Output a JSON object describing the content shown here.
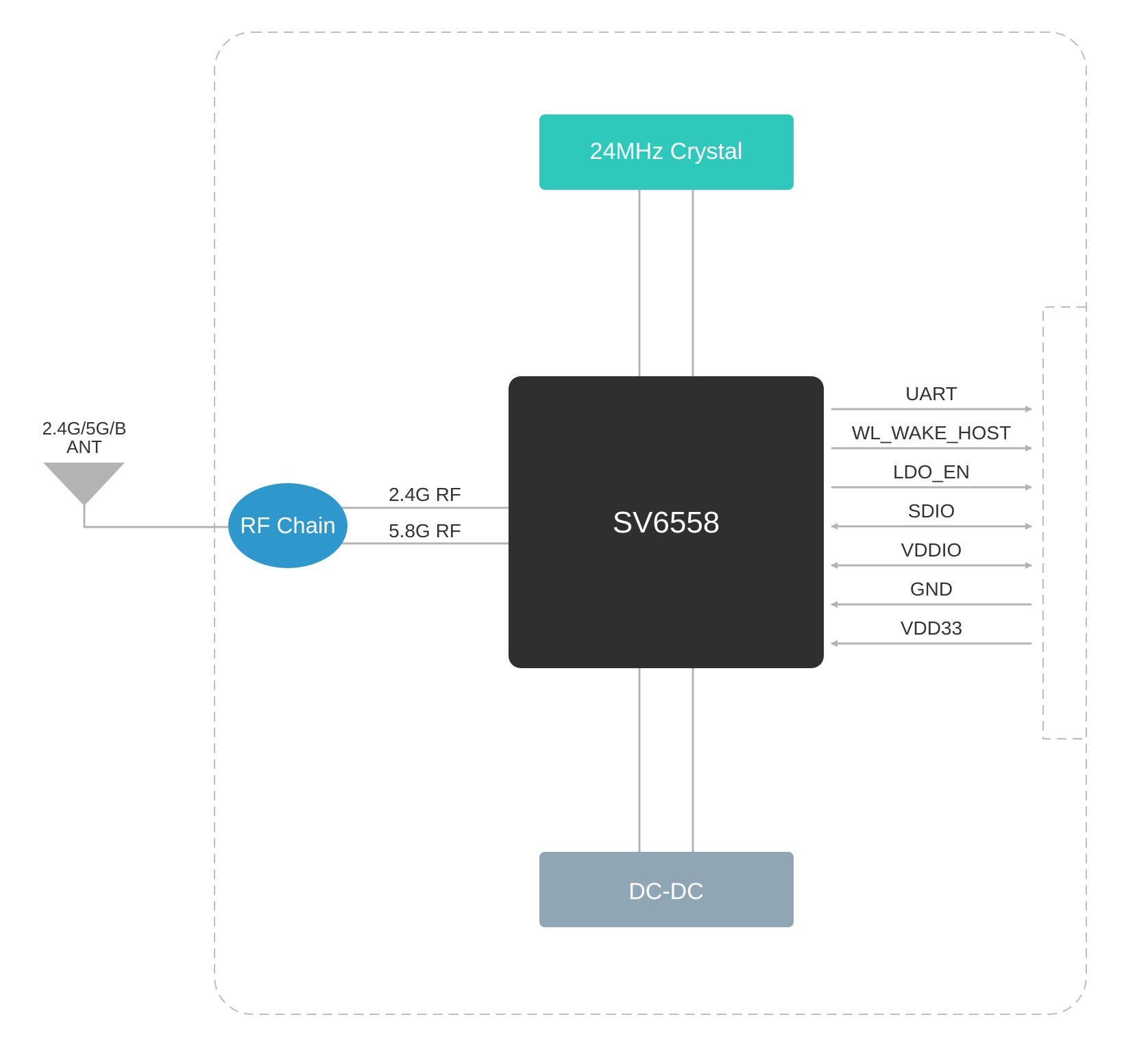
{
  "antenna": {
    "label_line1": "2.4G/5G/B",
    "label_line2": "ANT"
  },
  "rf_chain": {
    "label": "RF Chain",
    "color": "#2E98CC"
  },
  "rf_links": [
    "2.4G RF",
    "5.8G RF"
  ],
  "crystal": {
    "label": "24MHz Crystal",
    "color": "#2EC9BA"
  },
  "chip": {
    "label": "SV6558",
    "color": "#2F2F2F"
  },
  "dcdc": {
    "label": "DC-DC",
    "color": "#8FA7B5"
  },
  "signals": [
    {
      "label": "UART",
      "direction": "out"
    },
    {
      "label": "WL_WAKE_HOST",
      "direction": "out"
    },
    {
      "label": "LDO_EN",
      "direction": "out"
    },
    {
      "label": "SDIO",
      "direction": "both"
    },
    {
      "label": "VDDIO",
      "direction": "both"
    },
    {
      "label": "GND",
      "direction": "in"
    },
    {
      "label": "VDD33",
      "direction": "in"
    }
  ],
  "colors": {
    "line": "#B3B3B3",
    "dash": "#BDBDBD"
  }
}
